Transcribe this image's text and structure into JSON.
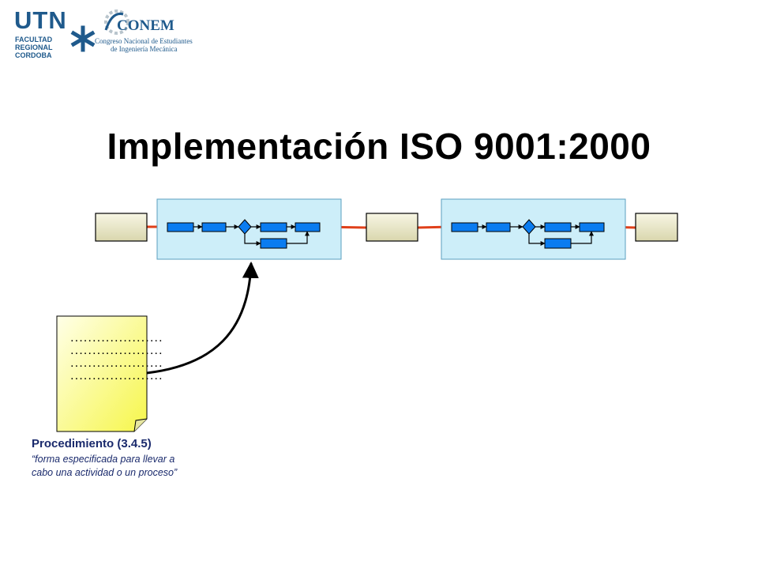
{
  "logos": {
    "utn": {
      "letters": "UTN",
      "line1": "FACULTAD",
      "line2": "REGIONAL",
      "line3": "CORDOBA"
    },
    "conem": {
      "name": "CONEM",
      "line1": "Congreso Nacional de Estudiantes",
      "line2": "de Ingeniería Mecánica"
    }
  },
  "title": "Implementación ISO 9001:2000",
  "document": {
    "lines": [
      ".....................",
      ".....................",
      ".....................",
      "....................."
    ]
  },
  "caption": {
    "title": "Procedimiento (3.4.5)",
    "text_line1": "“forma especificada para llevar a",
    "text_line2": "cabo una actividad o un proceso”"
  },
  "colors": {
    "brand_blue": "#1f5a8c",
    "process_fill": "#cdeef9",
    "activity_fill": "#0a7cf0",
    "flow_arrow": "#e0401a",
    "io_box": "#ecebd0",
    "doc_fill": "#fdfd80",
    "caption_text": "#1a2a6c"
  }
}
